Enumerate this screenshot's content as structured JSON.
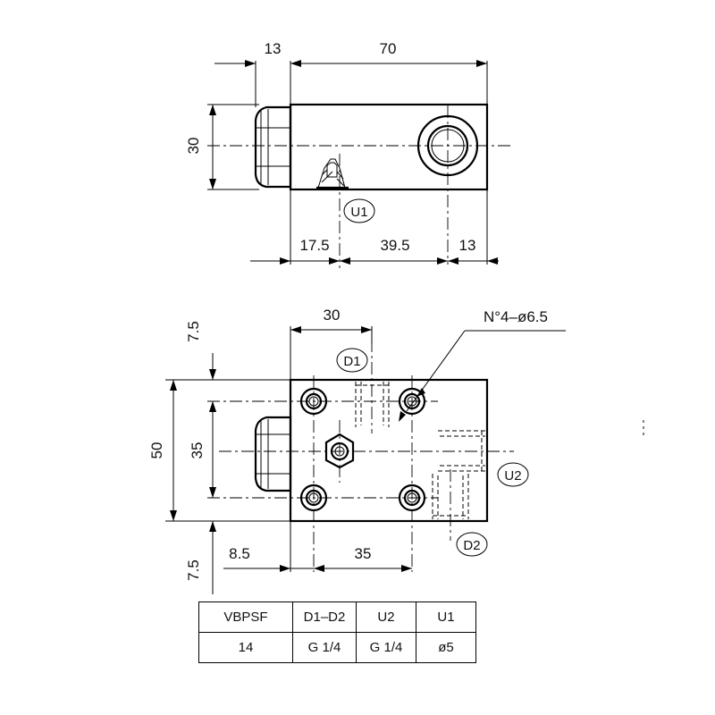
{
  "top_view": {
    "dims": {
      "nut_length": "13",
      "body_length": "70",
      "height": "30",
      "u1_offset": "17.5",
      "port_spacing": "39.5",
      "end_offset": "13"
    },
    "port_label": "U1"
  },
  "front_view": {
    "dims": {
      "mount_width": "30",
      "hole_spec": "N°4–ø6.5",
      "height": "50",
      "hole_spacing_vertical": "35",
      "top_margin": "7.5",
      "bottom_margin": "7.5",
      "left_offset": "8.5",
      "hole_spacing_horizontal": "35"
    },
    "port_labels": {
      "d1": "D1",
      "d2": "D2",
      "u2": "U2"
    }
  },
  "table": {
    "headers": [
      "VBPSF",
      "D1–D2",
      "U2",
      "U1"
    ],
    "row": [
      "14",
      "G 1/4",
      "G 1/4",
      "ø5"
    ]
  }
}
